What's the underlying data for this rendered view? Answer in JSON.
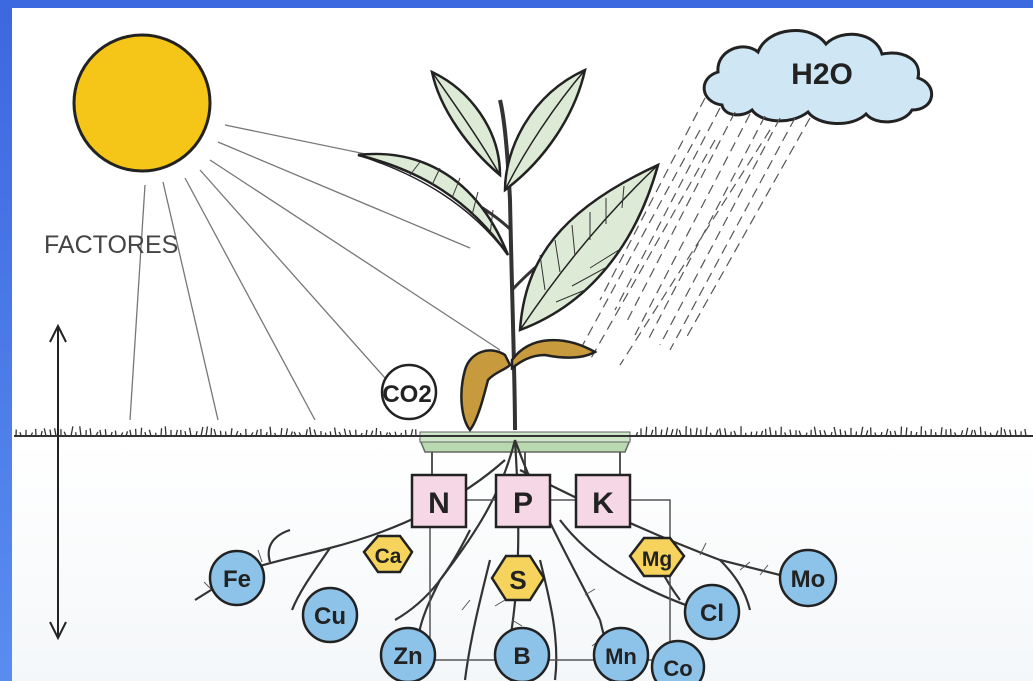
{
  "diagram": {
    "factors_label": "FACTORES",
    "water_label": "H2O",
    "co2_label": "CO2",
    "primary_nutrients": [
      "N",
      "P",
      "K"
    ],
    "secondary_nutrients": [
      "Ca",
      "S",
      "Mg"
    ],
    "micronutrients": [
      "Fe",
      "Cu",
      "Zn",
      "B",
      "Mn",
      "Co",
      "Cl",
      "Mo"
    ]
  },
  "colors": {
    "sun": "#F5C518",
    "cloud": "#CFE6F5",
    "micronutrient_circle": "#8DC3E8",
    "secondary_hexagon": "#F5D35C",
    "primary_box": "#F6D7E6",
    "seed": "#C89A3E",
    "soil_slab": "#CDE6C7",
    "border_blue": "#2E5FD4"
  }
}
